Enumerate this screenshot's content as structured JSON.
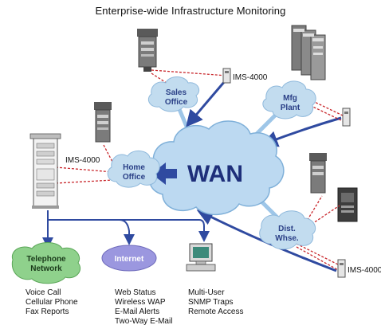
{
  "title": "Enterprise-wide Infrastructure Monitoring",
  "wan": "WAN",
  "clouds": {
    "sales": [
      "Sales",
      "Office"
    ],
    "mfg": [
      "Mfg",
      "Plant"
    ],
    "home": [
      "Home",
      "Office"
    ],
    "dist": [
      "Dist.",
      "Whse."
    ],
    "telephone": [
      "Telephone",
      "Network"
    ],
    "internet": "Internet"
  },
  "ims_labels": {
    "sales": "IMS-4000",
    "home": "IMS-4000",
    "dist": "IMS-4000"
  },
  "lists": {
    "telephone": [
      "Voice Call",
      "Cellular Phone",
      "Fax Reports"
    ],
    "internet": [
      "Web Status",
      "Wireless WAP",
      "E-Mail Alerts",
      "Two-Way E-Mail"
    ],
    "computer": [
      "Multi-User",
      "SNMP Traps",
      "Remote Access"
    ]
  },
  "colors": {
    "cloud_fill": "#c2dcef",
    "wan_fill": "#bcd9f1",
    "arrow": "#2f4aa0",
    "link": "#9ec6e8",
    "dash_red": "#c8262b",
    "telephone_fill": "#8fd18c",
    "internet_fill": "#9b97df",
    "wan_text": "#1e2f7a"
  }
}
